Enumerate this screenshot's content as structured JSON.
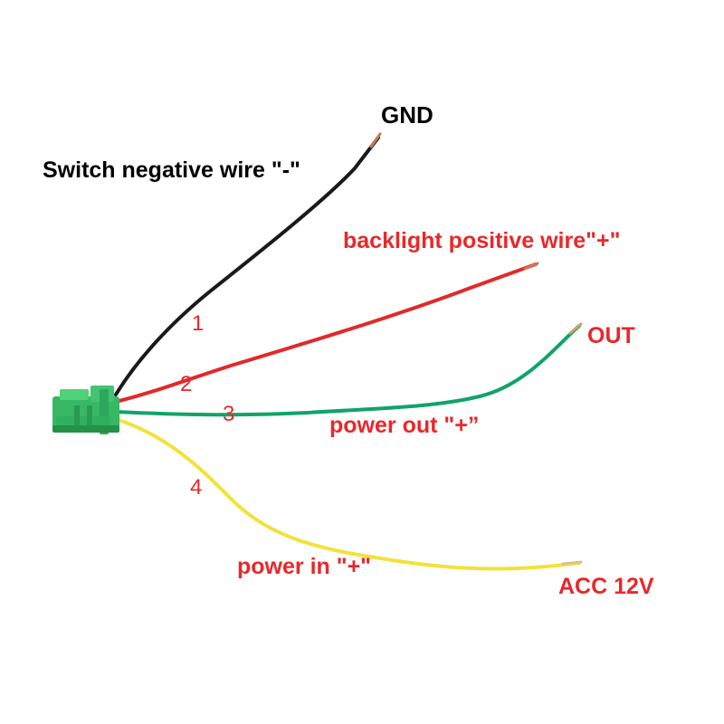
{
  "labels": {
    "gnd": "GND",
    "switch_negative": "Switch negative wire \"-\"",
    "backlight_positive": "backlight positive wire\"+\"",
    "out": "OUT",
    "power_out": "power out \"+”",
    "power_in": "power in \"+\"",
    "acc": "ACC 12V"
  },
  "pin_numbers": [
    "1",
    "2",
    "3",
    "4"
  ],
  "colors": {
    "black_wire": "#1a1a1a",
    "red_wire": "#e02a2a",
    "green_wire": "#11a36a",
    "yellow_wire": "#f2e23a",
    "connector": "#3cc06a",
    "label_red": "#e8282b",
    "label_black": "#000000"
  }
}
